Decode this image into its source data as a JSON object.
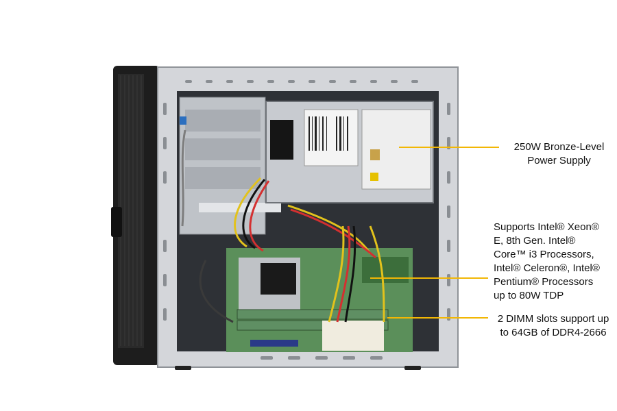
{
  "photo": {
    "subject": "server chassis interior side view"
  },
  "callouts": {
    "psu": {
      "lines": [
        "250W Bronze-Level",
        "Power Supply"
      ]
    },
    "cpu": {
      "lines": [
        "Supports Intel® Xeon®",
        "E, 8th Gen. Intel®",
        "Core™ i3 Processors,",
        "Intel® Celeron®, Intel®",
        "Pentium® Processors",
        "up to 80W TDP"
      ]
    },
    "dimm": {
      "lines": [
        "2 DIMM slots support up",
        "to 64GB of DDR4-2666"
      ]
    }
  },
  "colors": {
    "callout_line": "#f2b705",
    "chassis_metal": "#c9ccd1",
    "chassis_dark": "#1b1b1b",
    "board_green": "#5b8f5a"
  }
}
